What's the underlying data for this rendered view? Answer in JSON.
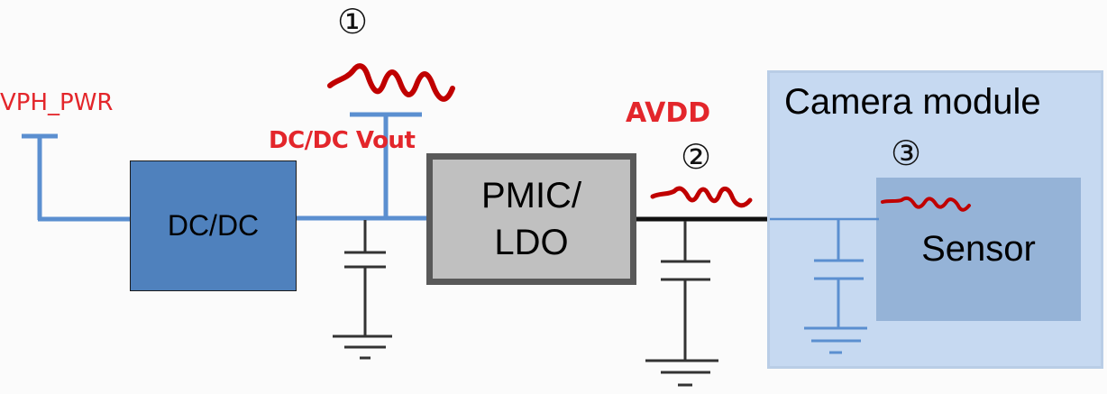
{
  "labels": {
    "vph_pwr": "VPH_PWR",
    "dcdc_vout": "DC/DC Vout",
    "avdd": "AVDD"
  },
  "blocks": {
    "dcdc": "DC/DC",
    "pmic_line1": "PMIC/",
    "pmic_line2": "LDO",
    "camera_module": "Camera module",
    "sensor": "Sensor"
  },
  "markers": {
    "m1": "①",
    "m2": "②",
    "m3": "③"
  },
  "colors": {
    "label_red": "#e3262b",
    "noise_red": "#c00000",
    "wire_blue": "#5b8fd0",
    "dcdc_fill": "#4f81bd",
    "pmic_fill": "#c0c0c0",
    "camera_fill": "#c6d9f1",
    "sensor_fill": "#95b3d7"
  }
}
